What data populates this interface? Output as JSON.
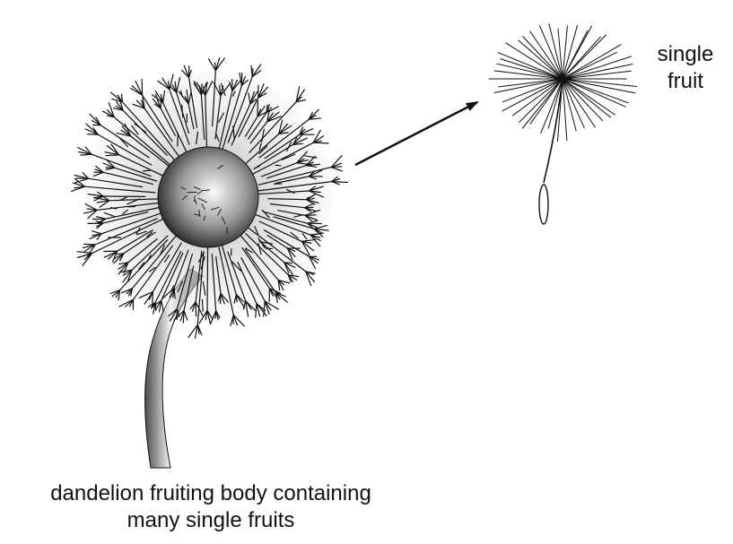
{
  "labels": {
    "fruiting_body_line1": "dandelion fruiting body containing",
    "fruiting_body_line2": "many single fruits",
    "single_fruit_line1": "single",
    "single_fruit_line2": "fruit"
  },
  "colors": {
    "ink": "#111111",
    "stem_light": "#f4f4f4",
    "stem_dark": "#555555",
    "head_light": "#f0f0f0",
    "head_dark": "#222222"
  }
}
